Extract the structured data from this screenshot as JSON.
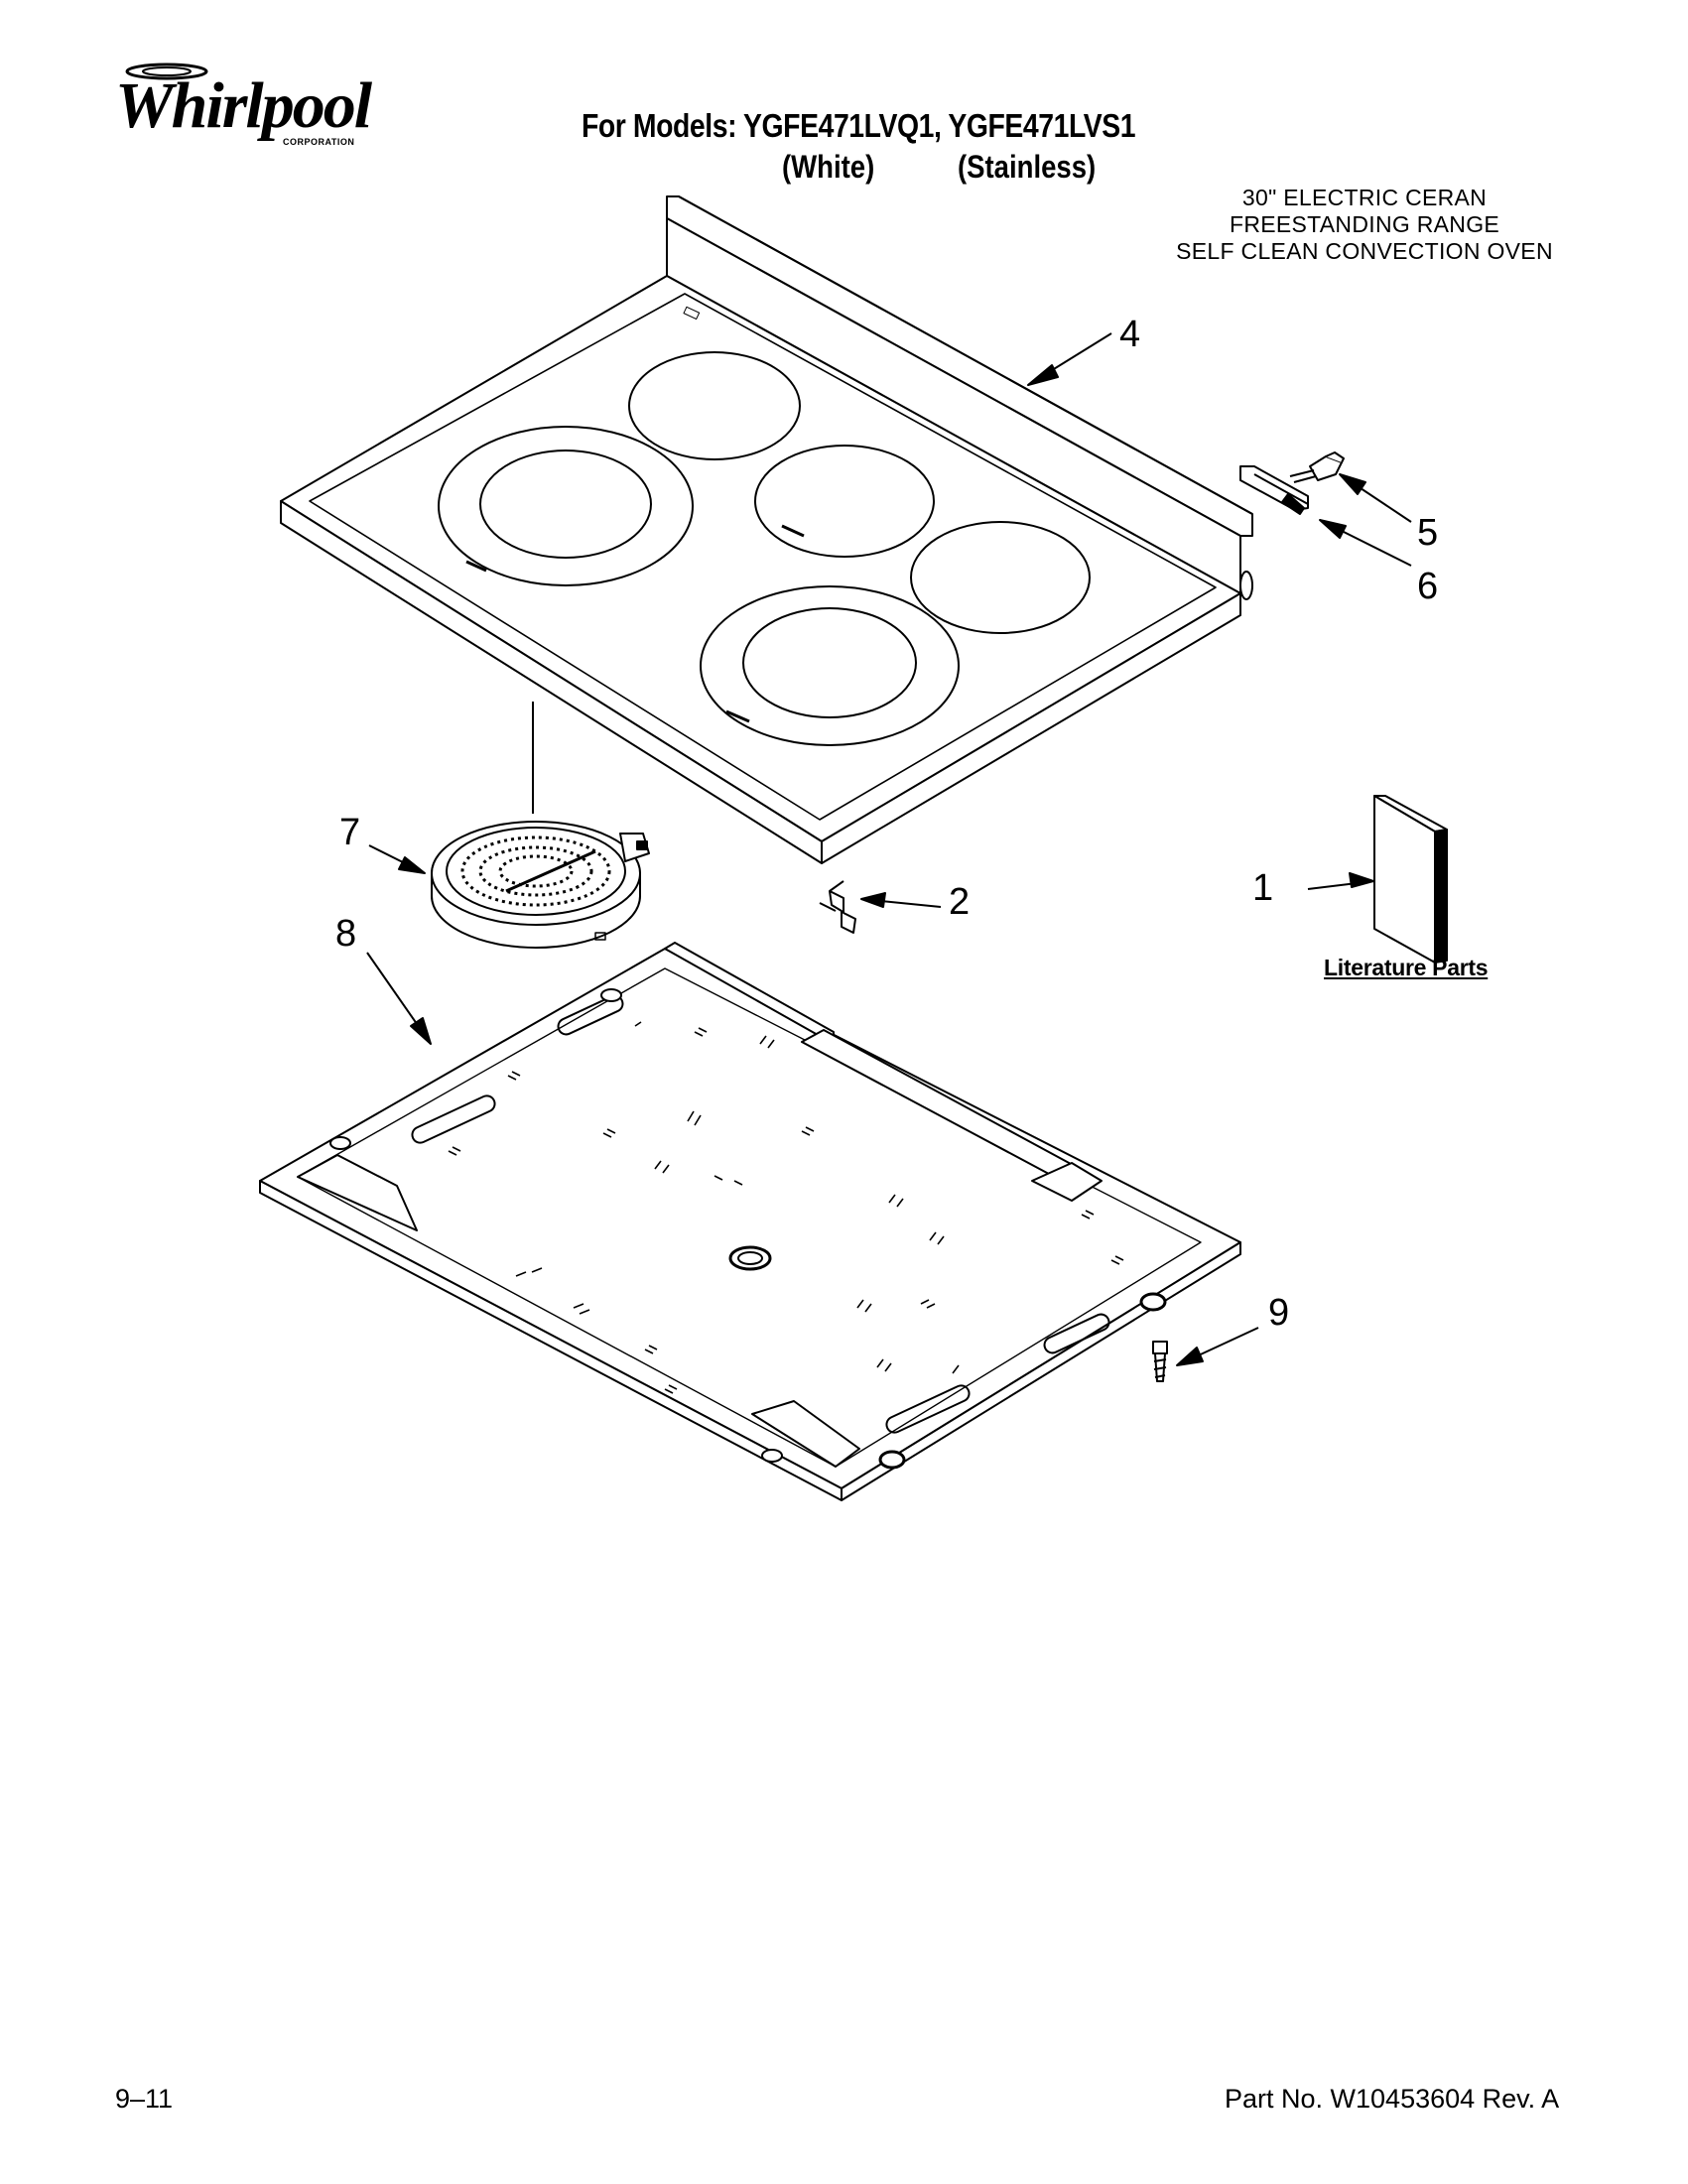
{
  "header": {
    "brand": "Whirlpool",
    "brand_sub": "CORPORATION",
    "models_prefix": "For Models: ",
    "models": "YGFE471LVQ1, YGFE471LVS1",
    "variant_1": "(White)",
    "variant_2": "(Stainless)",
    "description": [
      "30\" ELECTRIC CERAN",
      "FREESTANDING RANGE",
      "SELF CLEAN CONVECTION OVEN"
    ]
  },
  "callouts": [
    {
      "id": "c1",
      "text": "1"
    },
    {
      "id": "c2",
      "text": "2"
    },
    {
      "id": "c4",
      "text": "4"
    },
    {
      "id": "c5",
      "text": "5"
    },
    {
      "id": "c6",
      "text": "6"
    },
    {
      "id": "c7",
      "text": "7"
    },
    {
      "id": "c8",
      "text": "8"
    },
    {
      "id": "c9",
      "text": "9"
    }
  ],
  "literature_label": "Literature Parts",
  "footer": {
    "date_code": "9–11",
    "part_number": "Part No. W10453604 Rev. A"
  }
}
